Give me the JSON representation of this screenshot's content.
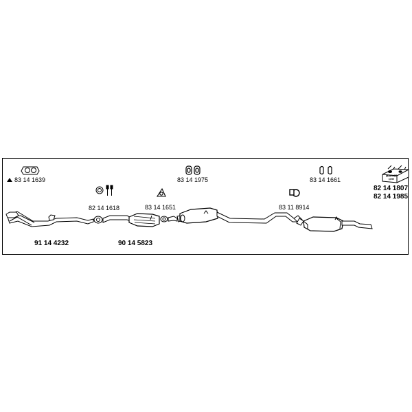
{
  "parts": {
    "gasket_front": "83 14 1639",
    "rubber_mount_mid": "83 14 1975",
    "rubber_mount_rear": "83 14 1661",
    "bolt_set": "82 14 1618",
    "gasket_cat": "83 14 1651",
    "clamp": "83 11 8914",
    "front_pipe": "91 14 4232",
    "catalyst": "90 14 5823",
    "mounting_kit_1": "82 14 1807",
    "mounting_kit_2": "82 14 1985"
  },
  "box_text": {
    "line1": "Montage-",
    "line2": "teile"
  },
  "triangle_symbol": "▲"
}
